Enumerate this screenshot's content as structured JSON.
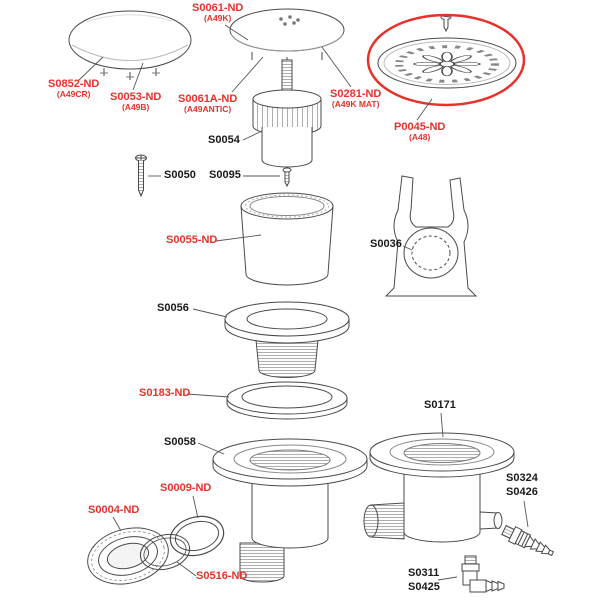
{
  "colors": {
    "highlight": "#e8312a",
    "ink": "#1a1a1a",
    "line": "#4a4a4a"
  },
  "labels": {
    "s0852": {
      "code": "S0852-ND",
      "variant": "(A49CR)"
    },
    "s0053": {
      "code": "S0053-ND",
      "variant": "(A49B)"
    },
    "s0061": {
      "code": "S0061-ND",
      "variant": "(A49K)"
    },
    "s0061a": {
      "code": "S0061A-ND",
      "variant": "(A49ANTIC)"
    },
    "s0281": {
      "code": "S0281-ND",
      "variant": "(A49K MAT)"
    },
    "p0045": {
      "code": "P0045-ND",
      "variant": "(A48)"
    },
    "s0054": {
      "code": "S0054"
    },
    "s0050": {
      "code": "S0050"
    },
    "s0095": {
      "code": "S0095"
    },
    "s0055": {
      "code": "S0055-ND"
    },
    "s0036": {
      "code": "S0036"
    },
    "s0056": {
      "code": "S0056"
    },
    "s0183": {
      "code": "S0183-ND"
    },
    "s0058": {
      "code": "S0058"
    },
    "s0171": {
      "code": "S0171"
    },
    "s0004": {
      "code": "S0004-ND"
    },
    "s0009": {
      "code": "S0009-ND"
    },
    "s0516": {
      "code": "S0516-ND"
    },
    "s0324": {
      "code": "S0324"
    },
    "s0426": {
      "code": "S0426"
    },
    "s0311": {
      "code": "S0311"
    },
    "s0425": {
      "code": "S0425"
    }
  }
}
